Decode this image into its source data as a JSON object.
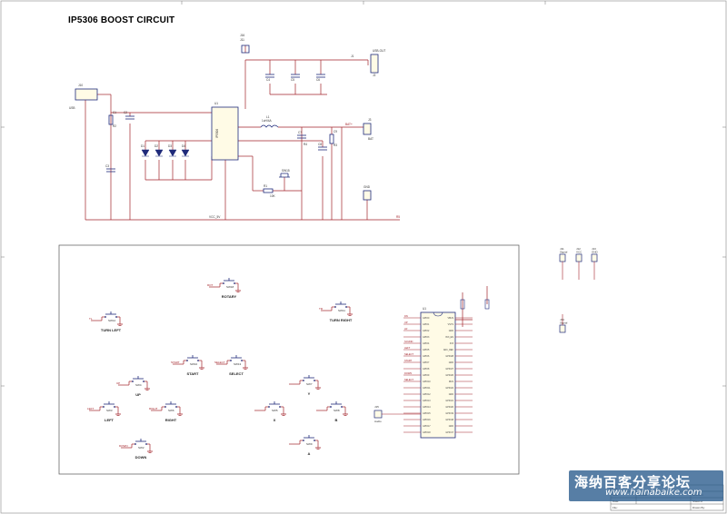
{
  "title": "IP5306 BOOST CIRCUIT",
  "colors": {
    "wire": "#a3232a",
    "part": "#1f2a7a",
    "pin": "#8a1f1f",
    "frame": "#555555"
  },
  "boost": {
    "labels": [
      {
        "t": "J11"
      },
      {
        "t": "USB-OUT"
      },
      {
        "t": "J1"
      },
      {
        "t": "J2"
      },
      {
        "t": "J10"
      },
      {
        "t": "USB"
      },
      {
        "t": "U1"
      },
      {
        "t": "IP5306"
      },
      {
        "t": "L1"
      },
      {
        "t": "1uH/4A"
      },
      {
        "t": "J3"
      },
      {
        "t": "BAT"
      },
      {
        "t": "BAT+"
      },
      {
        "t": "GND"
      },
      {
        "t": "VCC_5V"
      },
      {
        "t": "SW15"
      },
      {
        "t": "R1"
      },
      {
        "t": "10K"
      },
      {
        "t": "C1"
      },
      {
        "t": "C2"
      },
      {
        "t": "C3"
      },
      {
        "t": "C4"
      },
      {
        "t": "C5"
      },
      {
        "t": "C6"
      },
      {
        "t": "C7"
      },
      {
        "t": "C8"
      },
      {
        "t": "C9"
      },
      {
        "t": "D1"
      },
      {
        "t": "D2"
      },
      {
        "t": "D3"
      },
      {
        "t": "D4"
      },
      {
        "t": "J16"
      },
      {
        "t": "R2"
      },
      {
        "t": "R3"
      },
      {
        "t": "R4"
      },
      {
        "t": "R5"
      }
    ]
  },
  "buttons": [
    {
      "label": "ROTARY",
      "ref": "SW18",
      "net": "ROT"
    },
    {
      "label": "TURN LEFT",
      "ref": "SW12",
      "net": "TL"
    },
    {
      "label": "TURN RIGHT",
      "ref": "SW11",
      "net": "TR"
    },
    {
      "label": "START",
      "ref": "SW10",
      "net": "START"
    },
    {
      "label": "SELECT",
      "ref": "SW13",
      "net": "SELECT"
    },
    {
      "label": "UP",
      "ref": "SW4",
      "net": "UP"
    },
    {
      "label": "LEFT",
      "ref": "SW3",
      "net": "LEFT"
    },
    {
      "label": "RIGHT",
      "ref": "SW6",
      "net": "RIGHT"
    },
    {
      "label": "DOWN",
      "ref": "SW2",
      "net": "DOWN"
    },
    {
      "label": "Y",
      "ref": "SW7",
      "net": ""
    },
    {
      "label": "X",
      "ref": "SW5",
      "net": ""
    },
    {
      "label": "B",
      "ref": "SW8",
      "net": ""
    },
    {
      "label": "A",
      "ref": "SW9",
      "net": ""
    }
  ],
  "connectors": [
    {
      "ref": "J11",
      "label": "Signal"
    },
    {
      "ref": "J12",
      "label": "VCC"
    },
    {
      "ref": "J13",
      "label": "GND"
    },
    {
      "ref": "J14",
      "label": "Signal"
    },
    {
      "ref": "J15",
      "label": "Audio"
    }
  ],
  "mcu": {
    "ref": "U1",
    "left_nets": [
      "DN",
      "UP",
      "LR",
      "",
      "SOUND",
      "LEFT",
      "SELECT",
      "START",
      "",
      "DOWN",
      "SELECT",
      "",
      "",
      "",
      "",
      "",
      "",
      "",
      ""
    ],
    "pins_left": [
      "GPIO0",
      "GPIO1",
      "GPIO2",
      "GPIO3",
      "GPIO4",
      "GPIO5",
      "GPIO6",
      "GPIO7",
      "GPIO8",
      "GPIO9",
      "GPIO10",
      "GPIO11",
      "GPIO12",
      "GPIO13",
      "GPIO14",
      "GPIO15",
      "GPIO16",
      "GPIO17",
      "GPIO18"
    ],
    "pins_right": [
      "VBUS",
      "VSYS",
      "GND",
      "3V3_EN",
      "3V3",
      "ADC_REF",
      "GPIO28",
      "GND",
      "GPIO27",
      "GPIO26",
      "RUN",
      "GPIO22",
      "GND",
      "GPIO21",
      "GPIO20",
      "GPIO19",
      "GPIO18",
      "GND",
      "GPIO17"
    ]
  },
  "titleblock": [
    "Title",
    "Size",
    "Number",
    "Revision",
    "Date:",
    "File:",
    "Sheet of",
    "Drawn By:"
  ],
  "watermark": {
    "line1": "海纳百客分享论坛",
    "line2": "www.hainabaike.com"
  }
}
